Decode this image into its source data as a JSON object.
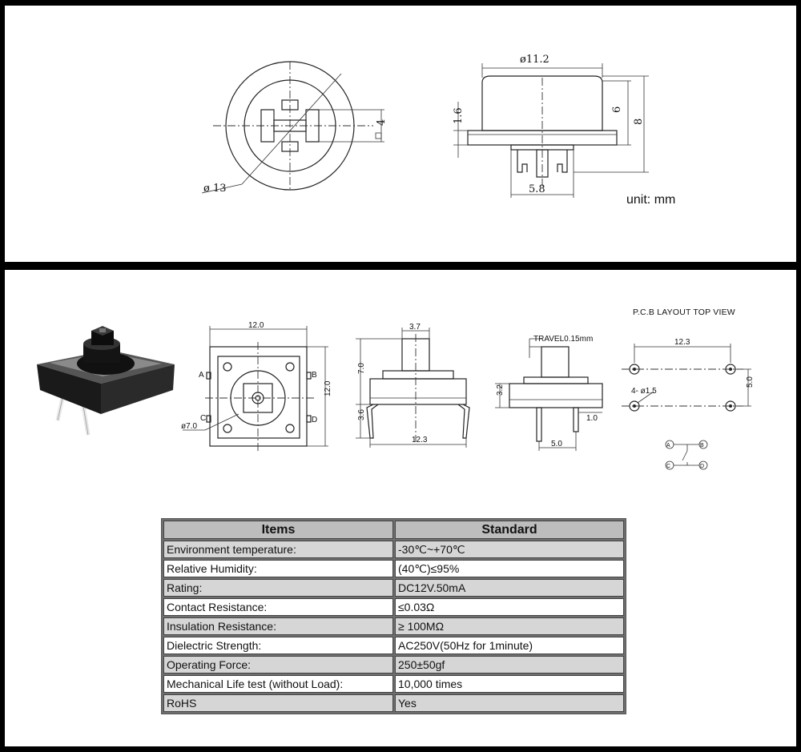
{
  "top_drawing": {
    "diameter_13": "ø 13",
    "dim_4": "4",
    "diameter_11_2": "ø11.2",
    "dim_1_6": "1.6",
    "dim_6": "6",
    "dim_8": "8",
    "dim_5_8": "5.8",
    "unit": "unit: mm"
  },
  "bottom_drawing": {
    "top_w": "12.0",
    "side_h": "12.0",
    "pin_a": "A",
    "pin_b": "B",
    "pin_c": "C",
    "pin_d": "D",
    "diameter_7": "ø7.0",
    "stem_w": "3.7",
    "body_h": "7.0",
    "leg_h": "3.6",
    "span": "12.3",
    "travel": "TRAVEL0.15mm",
    "side_3_2": "3.2",
    "pitch_5": "5.0",
    "dim_1_0": "1.0",
    "pcb_title": "P.C.B LAYOUT    TOP VIEW",
    "pcb_w": "12.3",
    "pcb_h": "5.0",
    "hole": "4- ø1.5",
    "sch_a": "A",
    "sch_b": "B",
    "sch_c": "C",
    "sch_d": "D"
  },
  "spec_table": {
    "headers": [
      "Items",
      "Standard"
    ],
    "rows": [
      [
        "Environment temperature:",
        "-30℃~+70℃"
      ],
      [
        "Relative Humidity:",
        "(40℃)≤95%"
      ],
      [
        "Rating:",
        "DC12V.50mA"
      ],
      [
        "Contact Resistance:",
        "≤0.03Ω"
      ],
      [
        "Insulation Resistance:",
        "≥ 100MΩ"
      ],
      [
        "Dielectric Strength:",
        "AC250V(50Hz for 1minute)"
      ],
      [
        "Operating Force:",
        "250±50gf"
      ],
      [
        "Mechanical Life test (without Load):",
        "10,000 times"
      ],
      [
        "RoHS",
        "Yes"
      ]
    ]
  }
}
